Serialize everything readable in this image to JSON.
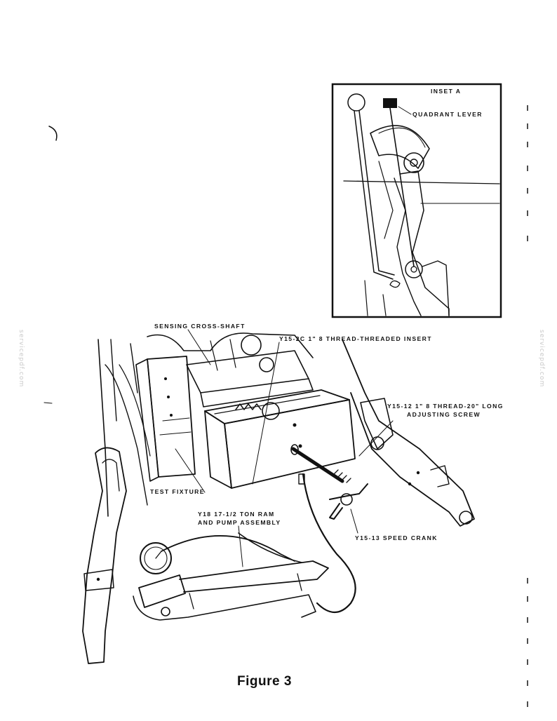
{
  "inset": {
    "title": "INSET A",
    "quadrant_lever": "QUADRANT LEVER"
  },
  "labels": {
    "sensing_cross_shaft": "SENSING CROSS-SHAFT",
    "threaded_insert": "Y15-2C 1\" 8 THREAD-THREADED INSERT",
    "adjusting_screw_1": "Y15-12 1\" 8 THREAD-20\" LONG",
    "adjusting_screw_2": "ADJUSTING SCREW",
    "test_fixture": "TEST FIXTURE",
    "ram_pump_1": "Y18 17-1/2 TON RAM",
    "ram_pump_2": "AND PUMP ASSEMBLY",
    "speed_crank": "Y15-13 SPEED CRANK"
  },
  "caption": "Figure 3",
  "watermark": "servicepdf.com"
}
